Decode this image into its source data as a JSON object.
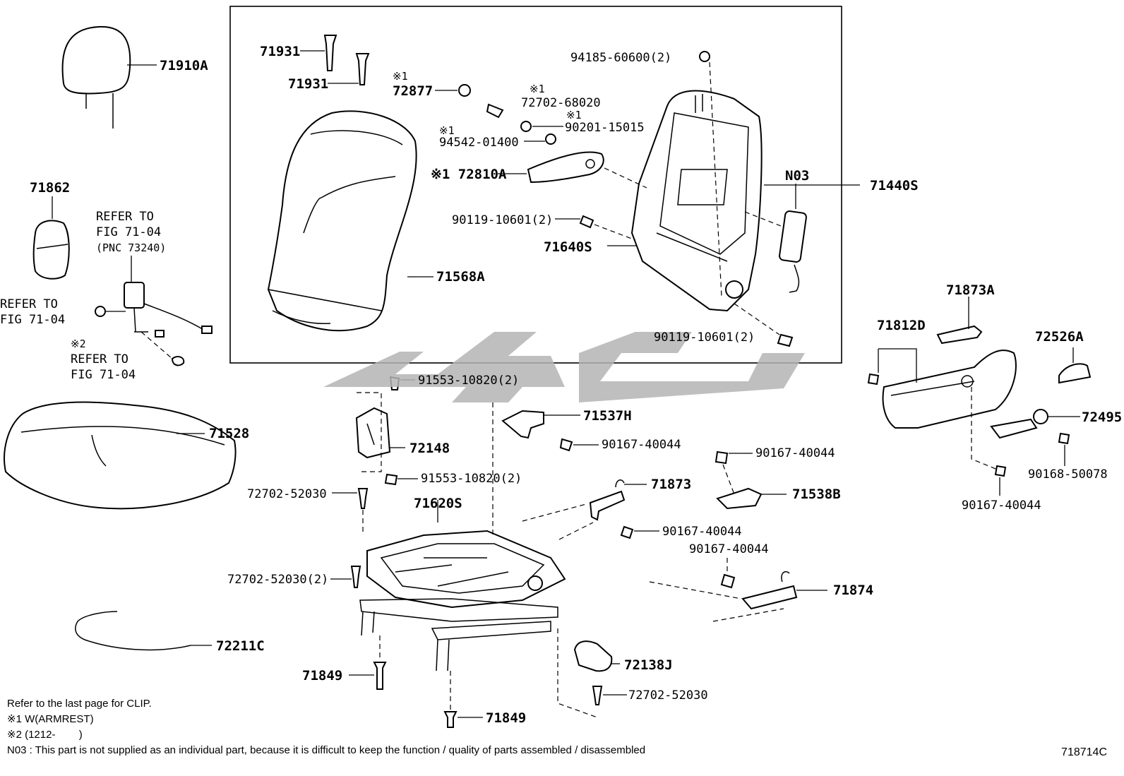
{
  "parts": {
    "p71910A": "71910A",
    "p71931a": "71931",
    "p71931b": "71931",
    "p72877_note": "※1",
    "p72877": "72877",
    "p72702_68020_note": "※1",
    "p72702_68020": "72702-68020",
    "p90201_note": "※1",
    "p90201": "90201-15015",
    "p94542_note": "※1",
    "p94542": "94542-01400",
    "p72810A": "※1 72810A",
    "p94185": "94185-60600(2)",
    "p71440S": "71440S",
    "pN03": "N03",
    "p90119a": "90119-10601(2)",
    "p71640S": "71640S",
    "p71568A": "71568A",
    "p90119b": "90119-10601(2)",
    "p71862": "71862",
    "refer1_l1": "REFER TO",
    "refer1_l2": "FIG 71-04",
    "refer1_l3": "(PNC 73240)",
    "refer2_l1": "REFER TO",
    "refer2_l2": "FIG 71-04",
    "refer3_note": "※2",
    "refer3_l1": "REFER TO",
    "refer3_l2": "FIG 71-04",
    "p71528": "71528",
    "p91553a": "91553-10820(2)",
    "p71537H": "71537H",
    "p90167a": "90167-40044",
    "p72148": "72148",
    "p91553b": "91553-10820(2)",
    "p72702_52030a": "72702-52030",
    "p71620S": "71620S",
    "p71873": "71873",
    "p90167b": "90167-40044",
    "p71538B": "71538B",
    "p90167c": "90167-40044",
    "p90167d": "90167-40044",
    "p72702_52030b": "72702-52030(2)",
    "p71874": "71874",
    "p72211C": "72211C",
    "p72138J": "72138J",
    "p71849a": "71849",
    "p72702_52030c": "72702-52030",
    "p71849b": "71849",
    "p71873A": "71873A",
    "p71812D": "71812D",
    "p72526A": "72526A",
    "p72495": "72495",
    "p90168": "90168-50078",
    "p90167e": "90167-40044"
  },
  "notes": {
    "clip": "Refer to the last page for CLIP.",
    "n1": "※1 W(ARMREST)",
    "n2": "※2 (1212-        )",
    "n03": "N03 : This part is not supplied as an individual part, because it is difficult to keep the function / quality of parts assembled / disassembled"
  },
  "figure_number": "718714C",
  "colors": {
    "line": "#000000",
    "watermark": "#b4b4b4",
    "background": "#ffffff"
  }
}
